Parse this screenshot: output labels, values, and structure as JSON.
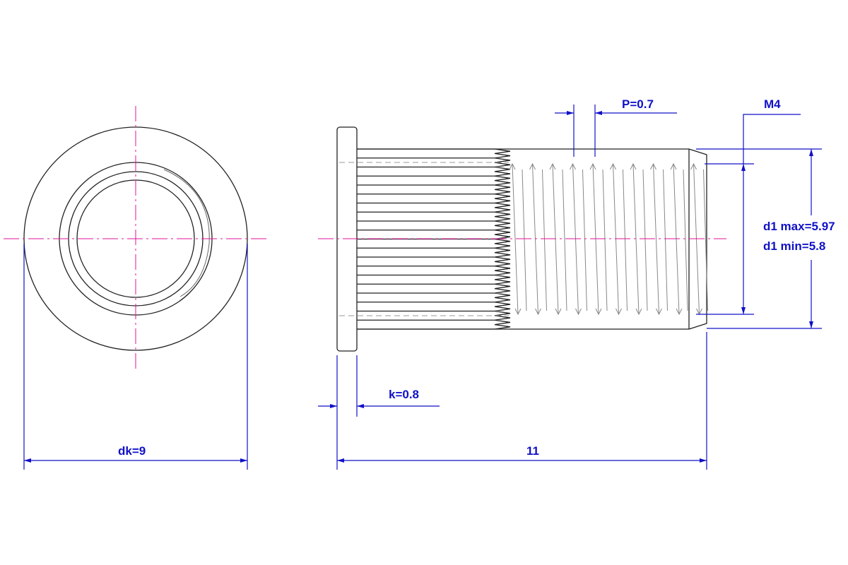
{
  "title": "M4 knurled rivet nut - technical drawing",
  "colors": {
    "outline": "#222222",
    "thread": "#888888",
    "dimension": "#1010c8",
    "centerline": "#e0169a"
  },
  "dimensions": {
    "pitch": "P=0.7",
    "thread": "M4",
    "d1_max": "d1 max=5.97",
    "d1_min": "d1 min=5.8",
    "head_height": "k=0.8",
    "length": "11",
    "head_diameter": "dk=9"
  }
}
